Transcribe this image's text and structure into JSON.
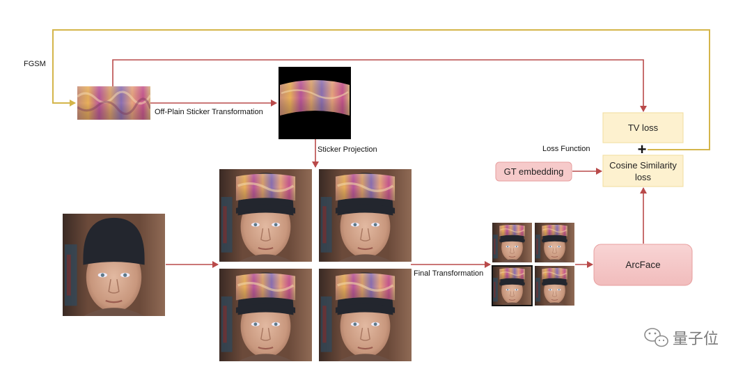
{
  "labels": {
    "fgsm": "FGSM",
    "off_plain": "Off-Plain Sticker Transformation",
    "sticker_projection": "Sticker Projection",
    "final_transformation": "Final Transformation",
    "loss_function": "Loss Function",
    "plus": "+"
  },
  "boxes": {
    "tv_loss": "TV loss",
    "cosine_line1": "Cosine Similarity",
    "cosine_line2": "loss",
    "gt_embedding": "GT embedding",
    "arcface": "ArcFace"
  },
  "watermark": {
    "text": "量子位",
    "icon": "wechat-icon"
  },
  "colors": {
    "red_arrow": "#b94a4a",
    "gold_line": "#d4b54a",
    "tv_box_fill": "#fdf1cf",
    "tv_box_stroke": "#f1dd9c",
    "pink_fill": "#f6caca",
    "pink_stroke": "#e79e9e"
  }
}
